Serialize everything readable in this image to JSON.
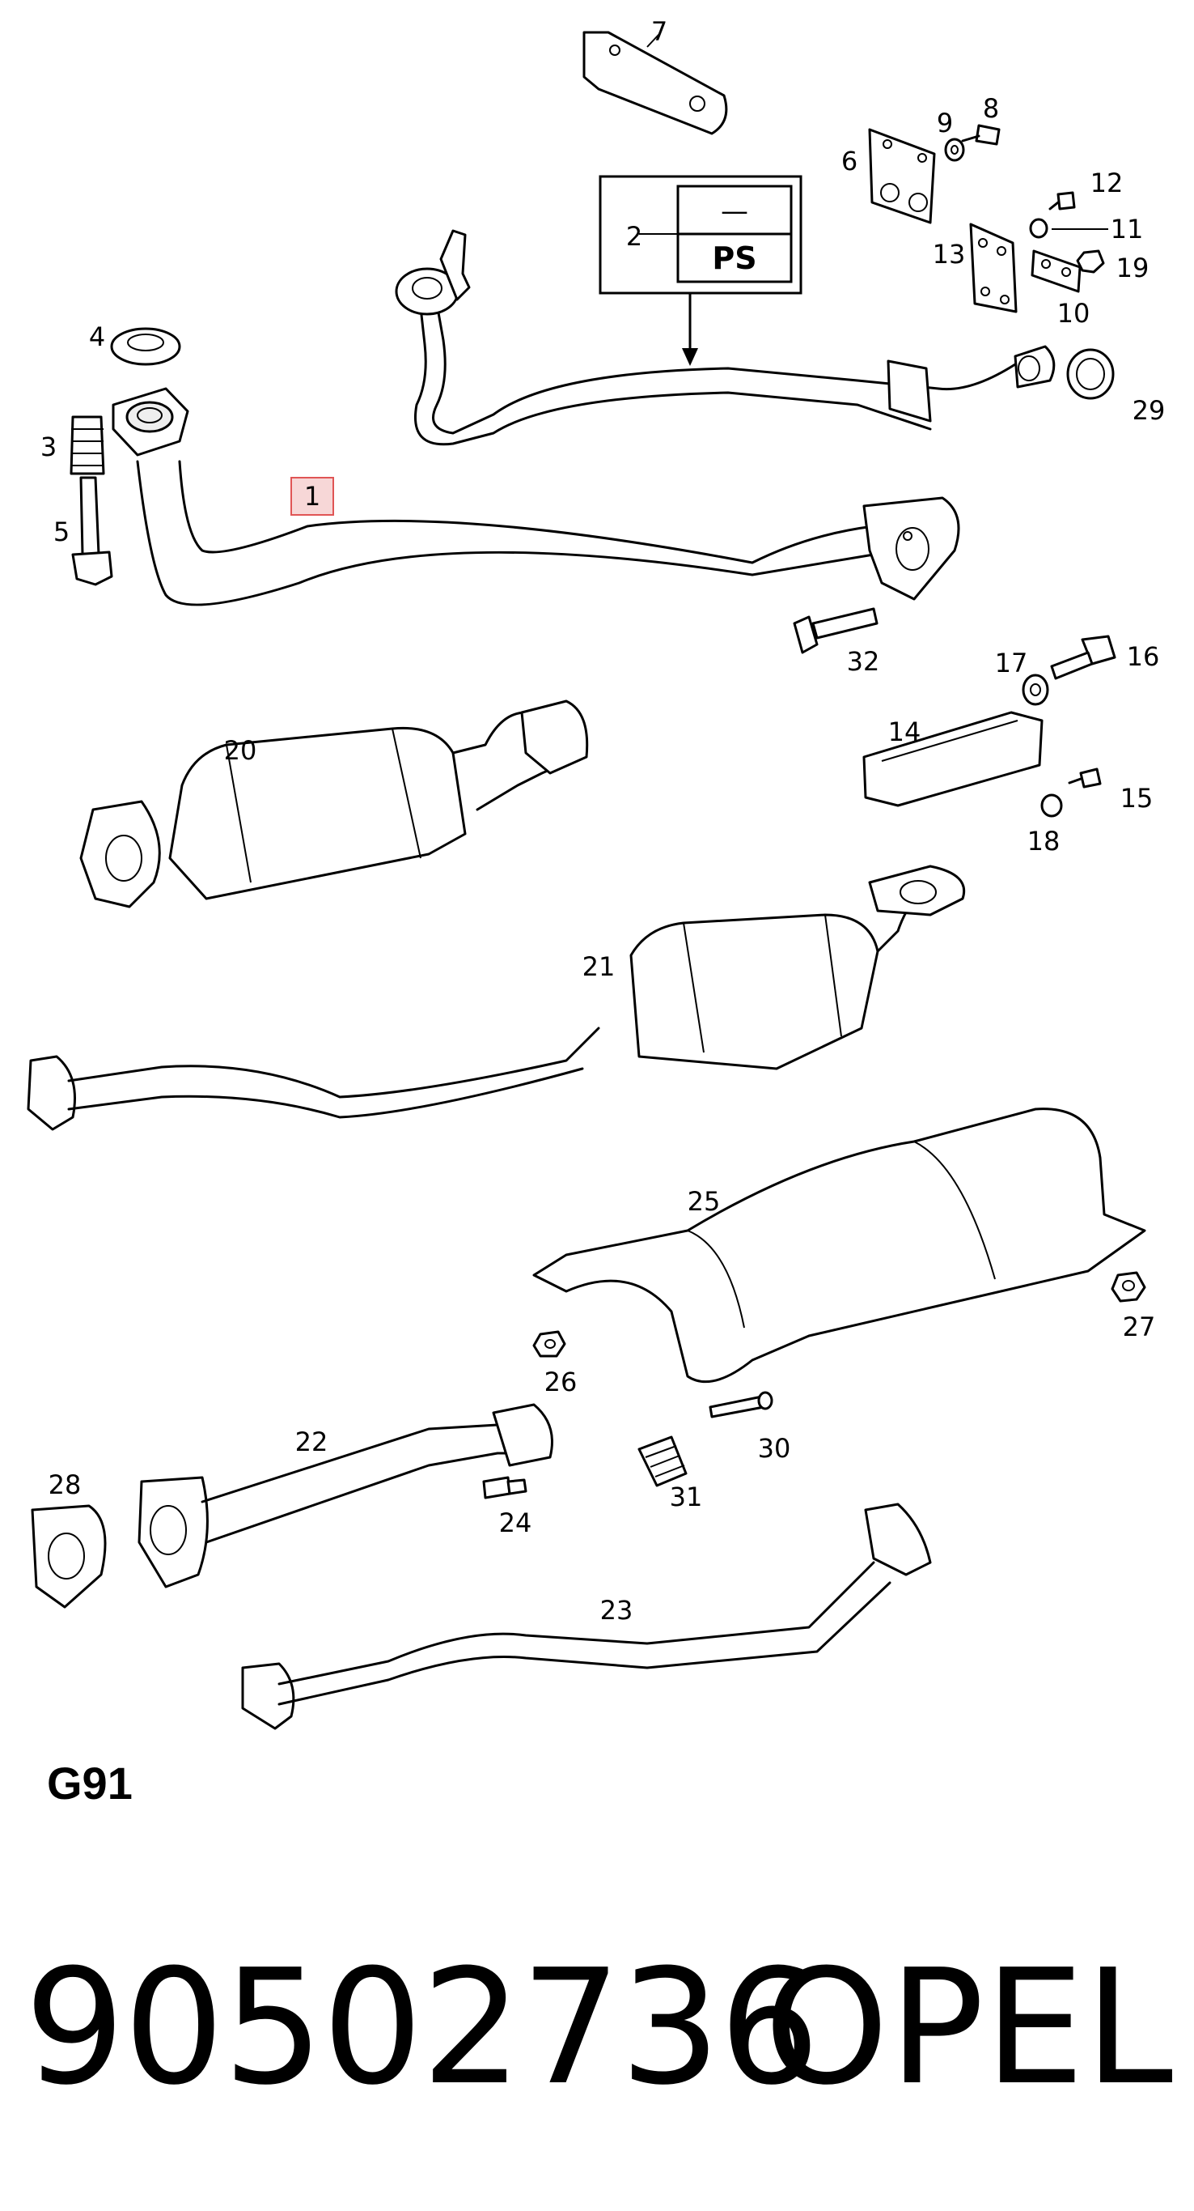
{
  "diagram": {
    "code": "G91",
    "variant_box": {
      "top": "—",
      "bottom": "PS"
    },
    "callouts": {
      "c1": "1",
      "c2": "2",
      "c3": "3",
      "c4": "4",
      "c5": "5",
      "c6": "6",
      "c7": "7",
      "c8": "8",
      "c9": "9",
      "c10": "10",
      "c11": "11",
      "c12": "12",
      "c13": "13",
      "c14": "14",
      "c15": "15",
      "c16": "16",
      "c17": "17",
      "c18": "18",
      "c19": "19",
      "c20": "20",
      "c21": "21",
      "c22": "22",
      "c23": "23",
      "c24": "24",
      "c25": "25",
      "c26": "26",
      "c27": "27",
      "c28": "28",
      "c29": "29",
      "c30": "30",
      "c31": "31",
      "c32": "32"
    },
    "highlight_color": "#e05555"
  },
  "footer": {
    "part_number": "90502736",
    "brand": "OPEL"
  }
}
